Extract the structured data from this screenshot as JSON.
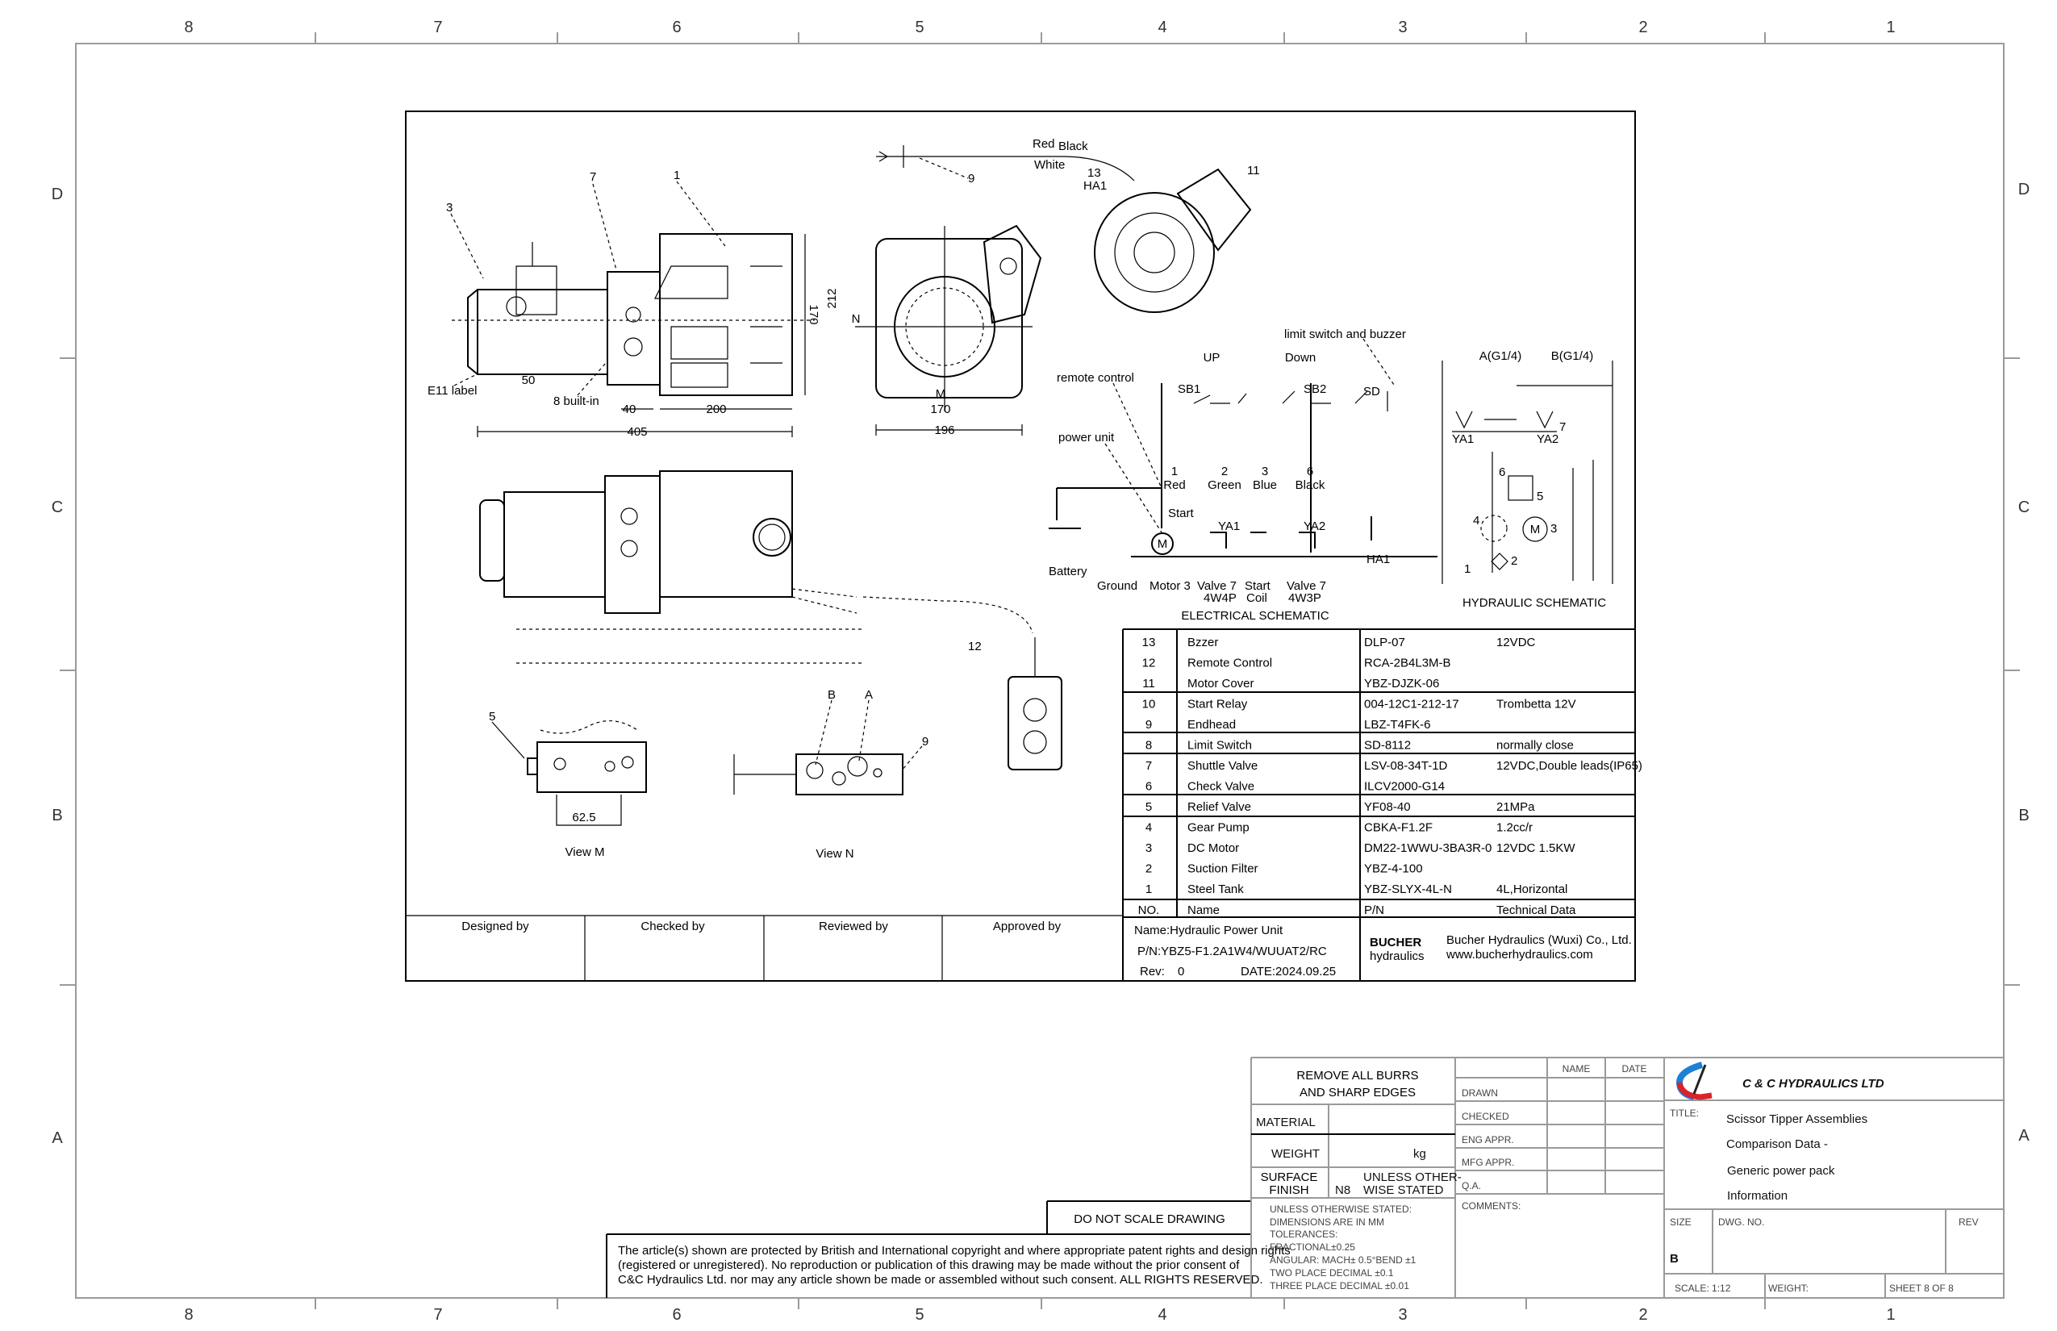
{
  "zones": {
    "columns": [
      "8",
      "7",
      "6",
      "5",
      "4",
      "3",
      "2",
      "1"
    ],
    "rows": [
      "D",
      "C",
      "B",
      "A"
    ]
  },
  "views": {
    "callouts": {
      "c3": "3",
      "c7": "7",
      "c1": "1",
      "c9": "9",
      "c11": "11",
      "c13": "13",
      "ha1": "HA1",
      "c12": "12",
      "c5": "5",
      "c9n": "9",
      "b": "B",
      "a": "A"
    },
    "e11_label": "E11 label",
    "b8_builtin": "8 built-in",
    "dim_50": "50",
    "dim_40": "40",
    "dim_200": "200",
    "dim_405": "405",
    "dim_170": "170",
    "dim_212": "212",
    "front_170": "170",
    "front_196": "196",
    "front_m": "M",
    "front_n": "N",
    "wire_red": "Red",
    "wire_black": "Black",
    "wire_white": "White",
    "view_m_dim": "62.5",
    "view_m": "View M",
    "view_n": "View N"
  },
  "electrical": {
    "title": "ELECTRICAL SCHEMATIC",
    "limit_switch": "limit switch and buzzer",
    "up": "UP",
    "down": "Down",
    "remote_control": "remote control",
    "power_unit": "power unit",
    "sb1": "SB1",
    "sb2": "SB2",
    "sd": "SD",
    "terminals": [
      {
        "n": "1",
        "color": "Red"
      },
      {
        "n": "2",
        "color": "Green"
      },
      {
        "n": "3",
        "color": "Blue"
      },
      {
        "n": "6",
        "color": "Black"
      }
    ],
    "start": "Start",
    "ya1": "YA1",
    "ya2": "YA2",
    "motor": "M",
    "ha1": "HA1",
    "battery": "Battery",
    "bottom_labels": {
      "ground": "Ground",
      "motor3": "Motor 3",
      "valve7a": "Valve 7",
      "valve7a_sub": "4W4P",
      "start": "Start",
      "coil": "Coil",
      "valve7b": "Valve 7",
      "valve7b_sub": "4W3P"
    }
  },
  "hydraulic": {
    "title": "HYDRAULIC SCHEMATIC",
    "port_a": "A(G1/4)",
    "port_b": "B(G1/4)",
    "ya1": "YA1",
    "ya2": "YA2",
    "n7": "7",
    "n6": "6",
    "n5": "5",
    "n4": "4",
    "n3": "3",
    "n2": "2",
    "n1": "1",
    "motor": "M"
  },
  "parts": {
    "rows": [
      {
        "no": "13",
        "name": "Bzzer",
        "pn": "DLP-07",
        "tech": "12VDC"
      },
      {
        "no": "12",
        "name": "Remote Control",
        "pn": "RCA-2B4L3M-B",
        "tech": ""
      },
      {
        "no": "11",
        "name": "Motor Cover",
        "pn": "YBZ-DJZK-06",
        "tech": ""
      },
      {
        "no": "10",
        "name": "Start Relay",
        "pn": "004-12C1-212-17",
        "tech": "Trombetta 12V"
      },
      {
        "no": "9",
        "name": "Endhead",
        "pn": "LBZ-T4FK-6",
        "tech": ""
      },
      {
        "no": "8",
        "name": "Limit Switch",
        "pn": "SD-8112",
        "tech": "normally close"
      },
      {
        "no": "7",
        "name": "Shuttle  Valve",
        "pn": "LSV-08-34T-1D",
        "tech": "12VDC,Double leads(IP65)"
      },
      {
        "no": "6",
        "name": "Check Valve",
        "pn": "ILCV2000-G14",
        "tech": ""
      },
      {
        "no": "5",
        "name": "Relief Valve",
        "pn": "YF08-40",
        "tech": "21MPa"
      },
      {
        "no": "4",
        "name": "Gear Pump",
        "pn": "CBKA-F1.2F",
        "tech": "1.2cc/r"
      },
      {
        "no": "3",
        "name": "DC Motor",
        "pn": "DM22-1WWU-3BA3R-0",
        "tech": "12VDC  1.5KW"
      },
      {
        "no": "2",
        "name": "Suction Filter",
        "pn": "YBZ-4-100",
        "tech": ""
      },
      {
        "no": "1",
        "name": "Steel Tank",
        "pn": "YBZ-SLYX-4L-N",
        "tech": "4L,Horizontal"
      }
    ],
    "headers": {
      "no": "NO.",
      "name": "Name",
      "pn": "P/N",
      "tech": "Technical Data"
    },
    "unit_name": "Name:Hydraulic Power Unit",
    "unit_pn": "P/N:YBZ5-F1.2A1W4/WUUAT2/RC",
    "rev_label": "Rev:",
    "rev": "0",
    "date": "DATE:2024.09.25",
    "vendor_logo": "BUCHER",
    "vendor_logo_sub": "hydraulics",
    "vendor_name": "Bucher Hydraulics (Wuxi) Co., Ltd.",
    "vendor_url": "www.bucherhydraulics.com"
  },
  "signatures": {
    "designed": "Designed by",
    "checked": "Checked by",
    "reviewed": "Reviewed by",
    "approved": "Approved by"
  },
  "title_block": {
    "burrs_1": "REMOVE ALL BURRS",
    "burrs_2": "AND SHARP EDGES",
    "material": "MATERIAL",
    "weight": "WEIGHT",
    "weight_unit": "kg",
    "surface_1": "SURFACE",
    "surface_2": "FINISH",
    "finish": "N8",
    "unless_1": "UNLESS OTHER-",
    "unless_2": "WISE STATED",
    "tolerances": [
      "UNLESS OTHERWISE STATED:",
      "DIMENSIONS ARE IN MM",
      "TOLERANCES:",
      "FRACTIONAL±0.25",
      "ANGULAR: MACH± 0.5°BEND ±1",
      "TWO PLACE DECIMAL    ±0.1",
      "THREE PLACE DECIMAL  ±0.01"
    ],
    "name_col": "NAME",
    "date_col": "DATE",
    "approvals": [
      "DRAWN",
      "CHECKED",
      "ENG APPR.",
      "MFG APPR.",
      "Q.A."
    ],
    "comments": "COMMENTS:",
    "company": "C & C HYDRAULICS LTD",
    "title_label": "TITLE:",
    "title_lines": [
      "Scissor Tipper Assemblies",
      "Comparison Data -",
      "Generic power pack",
      "Information"
    ],
    "size_label": "SIZE",
    "size": "B",
    "dwg_no": "DWG.  NO.",
    "rev": "REV",
    "scale": "SCALE: 1:12",
    "weight2": "WEIGHT:",
    "sheet": "SHEET 8 OF 8",
    "do_not_scale": "DO NOT SCALE DRAWING",
    "copyright": [
      "The article(s) shown are protected by British and International copyright and where appropriate patent rights and design rights",
      "(registered or unregistered). No reproduction or publication of this drawing may be made without the prior consent of",
      "C&C Hydraulics Ltd. nor may any article shown be made or assembled without such consent. ALL RIGHTS RESERVED."
    ]
  },
  "colors": {
    "logo_blue": "#1e7fd6",
    "logo_red": "#d8232a"
  }
}
